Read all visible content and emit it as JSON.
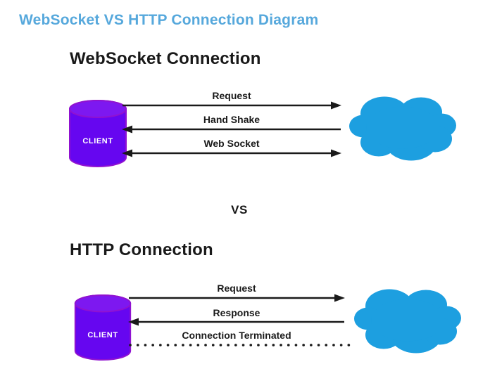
{
  "page": {
    "title": "WebSocket VS HTTP Connection Diagram",
    "vs_label": "VS"
  },
  "colors": {
    "title_blue": "#56a8dc",
    "cloud_blue": "#1d9fe0",
    "cylinder_purple": "#6606f0",
    "cylinder_top_purple": "#7d18f0",
    "cylinder_stroke": "#9012d0",
    "arrow_black": "#1a1a1a",
    "heading_black": "#191919"
  },
  "websocket_section": {
    "heading": "WebSocket Connection",
    "client": {
      "label": "CLIENT",
      "icon": "database-cylinder-icon"
    },
    "server": {
      "icon": "cloud-icon"
    },
    "arrows": [
      {
        "label": "Request",
        "direction": "right",
        "style": "solid"
      },
      {
        "label": "Hand Shake",
        "direction": "left",
        "style": "solid"
      },
      {
        "label": "Web Socket",
        "direction": "both",
        "style": "solid"
      }
    ]
  },
  "http_section": {
    "heading": "HTTP Connection",
    "client": {
      "label": "CLIENT",
      "icon": "database-cylinder-icon"
    },
    "server": {
      "icon": "cloud-icon"
    },
    "arrows": [
      {
        "label": "Request",
        "direction": "right",
        "style": "solid"
      },
      {
        "label": "Response",
        "direction": "left",
        "style": "solid"
      },
      {
        "label": "Connection Terminated",
        "direction": "none",
        "style": "dotted"
      }
    ]
  }
}
